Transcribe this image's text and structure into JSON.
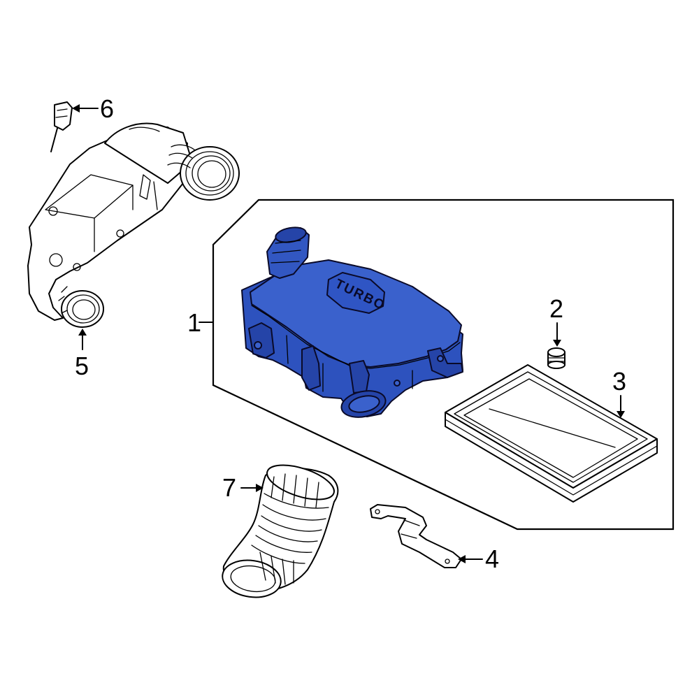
{
  "diagram": {
    "highlight_color": "#3257c2",
    "highlight_dark": "#2544a8",
    "line_color": "#000000",
    "callouts": [
      {
        "id": "1",
        "label": "1"
      },
      {
        "id": "2",
        "label": "2"
      },
      {
        "id": "3",
        "label": "3"
      },
      {
        "id": "4",
        "label": "4"
      },
      {
        "id": "5",
        "label": "5"
      },
      {
        "id": "6",
        "label": "6"
      },
      {
        "id": "7",
        "label": "7"
      }
    ],
    "emboss_text": "TURBO"
  }
}
